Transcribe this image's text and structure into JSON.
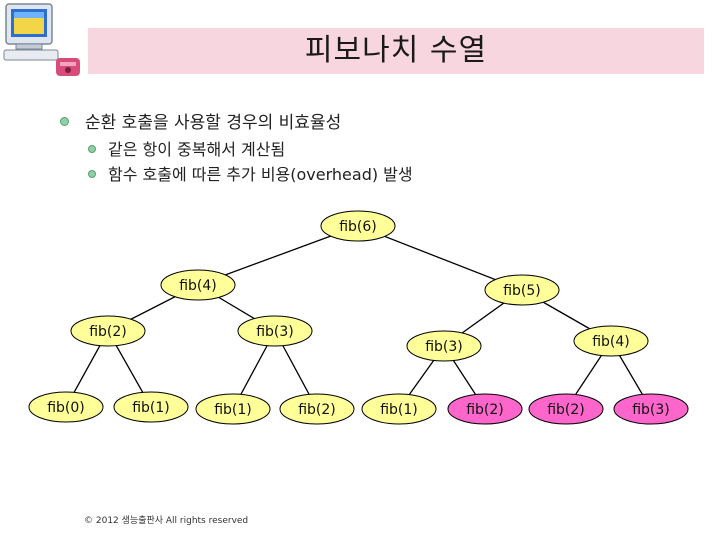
{
  "title": "피보나치 수열",
  "bullets": {
    "main": "순환 호출을 사용할 경우의 비효율성",
    "subs": [
      "같은 항이 중복해서 계산됨",
      "함수 호출에 따른 추가 비용(overhead) 발생"
    ]
  },
  "tree": {
    "nodes": [
      {
        "id": "n6",
        "label": "fib(6)",
        "color": "#ffff99"
      },
      {
        "id": "n4a",
        "label": "fib(4)",
        "color": "#ffff99"
      },
      {
        "id": "n5",
        "label": "fib(5)",
        "color": "#ffff99"
      },
      {
        "id": "n2a",
        "label": "fib(2)",
        "color": "#ffff99"
      },
      {
        "id": "n3a",
        "label": "fib(3)",
        "color": "#ffff99"
      },
      {
        "id": "n3b",
        "label": "fib(3)",
        "color": "#ffff99"
      },
      {
        "id": "n4b",
        "label": "fib(4)",
        "color": "#ffff99"
      },
      {
        "id": "n0",
        "label": "fib(0)",
        "color": "#ffff99"
      },
      {
        "id": "n1a",
        "label": "fib(1)",
        "color": "#ffff99"
      },
      {
        "id": "n1b",
        "label": "fib(1)",
        "color": "#ffff99"
      },
      {
        "id": "n2b",
        "label": "fib(2)",
        "color": "#ffff99"
      },
      {
        "id": "n1c",
        "label": "fib(1)",
        "color": "#ffff99"
      },
      {
        "id": "n2c",
        "label": "fib(2)",
        "color": "#ff66cc"
      },
      {
        "id": "n2d",
        "label": "fib(2)",
        "color": "#ff66cc"
      },
      {
        "id": "n3c",
        "label": "fib(3)",
        "color": "#ff66cc"
      }
    ],
    "edges": [
      [
        "n6",
        "n4a"
      ],
      [
        "n6",
        "n5"
      ],
      [
        "n4a",
        "n2a"
      ],
      [
        "n4a",
        "n3a"
      ],
      [
        "n5",
        "n3b"
      ],
      [
        "n5",
        "n4b"
      ],
      [
        "n2a",
        "n0"
      ],
      [
        "n2a",
        "n1a"
      ],
      [
        "n3a",
        "n1b"
      ],
      [
        "n3a",
        "n2b"
      ],
      [
        "n3b",
        "n1c"
      ],
      [
        "n3b",
        "n2c"
      ],
      [
        "n4b",
        "n2d"
      ],
      [
        "n4b",
        "n3c"
      ]
    ]
  },
  "footer": "© 2012 생능출판사 All rights reserved"
}
